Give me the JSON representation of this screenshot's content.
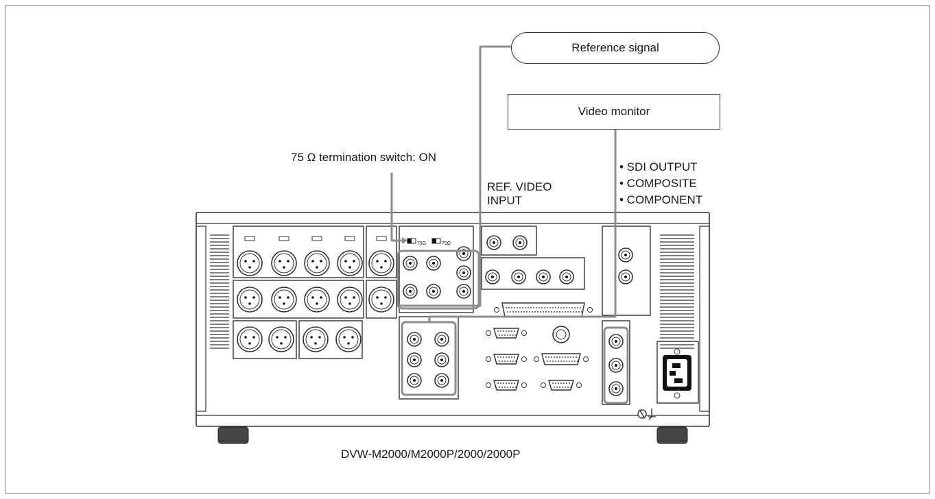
{
  "callouts": {
    "reference_signal": "Reference signal",
    "video_monitor": "Video monitor",
    "termination_switch": "75 Ω termination switch: ON",
    "ref_video_input_line1": "REF. VIDEO",
    "ref_video_input_line2": "INPUT",
    "outputs": [
      "• SDI OUTPUT",
      "• COMPOSITE",
      "• COMPONENT"
    ]
  },
  "device": {
    "model": "DVW-M2000/M2000P/2000/2000P",
    "switch_label": "75Ω"
  },
  "colors": {
    "line_dark": "#333333",
    "line_gray": "#8c8c8c",
    "highlight": "#999999"
  }
}
